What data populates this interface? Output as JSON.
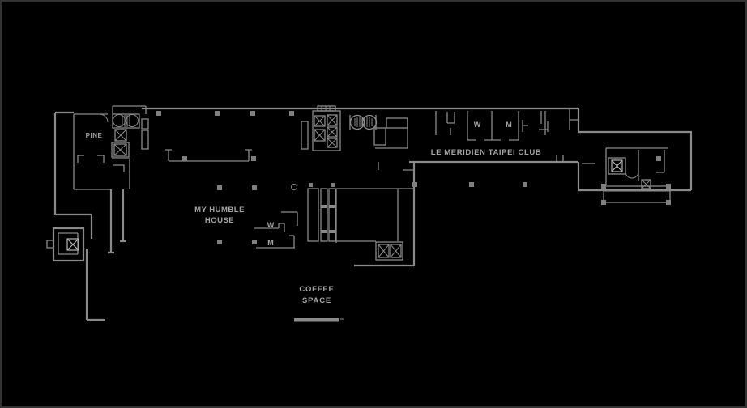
{
  "canvas": {
    "background": "#000000",
    "border_color": "#333333",
    "wall_color": "#8a8a8a",
    "text_color": "#a3a3a3"
  },
  "labels": {
    "pine": "PINE",
    "humble_line1": "MY HUMBLE",
    "humble_line2": "HOUSE",
    "club": "LE MERIDIEN TAIPEI CLUB",
    "coffee_line1": "COFFEE",
    "coffee_line2": "SPACE",
    "club_wc_women": "W",
    "club_wc_men": "M",
    "lobby_wc_women": "W",
    "lobby_wc_men": "M"
  }
}
